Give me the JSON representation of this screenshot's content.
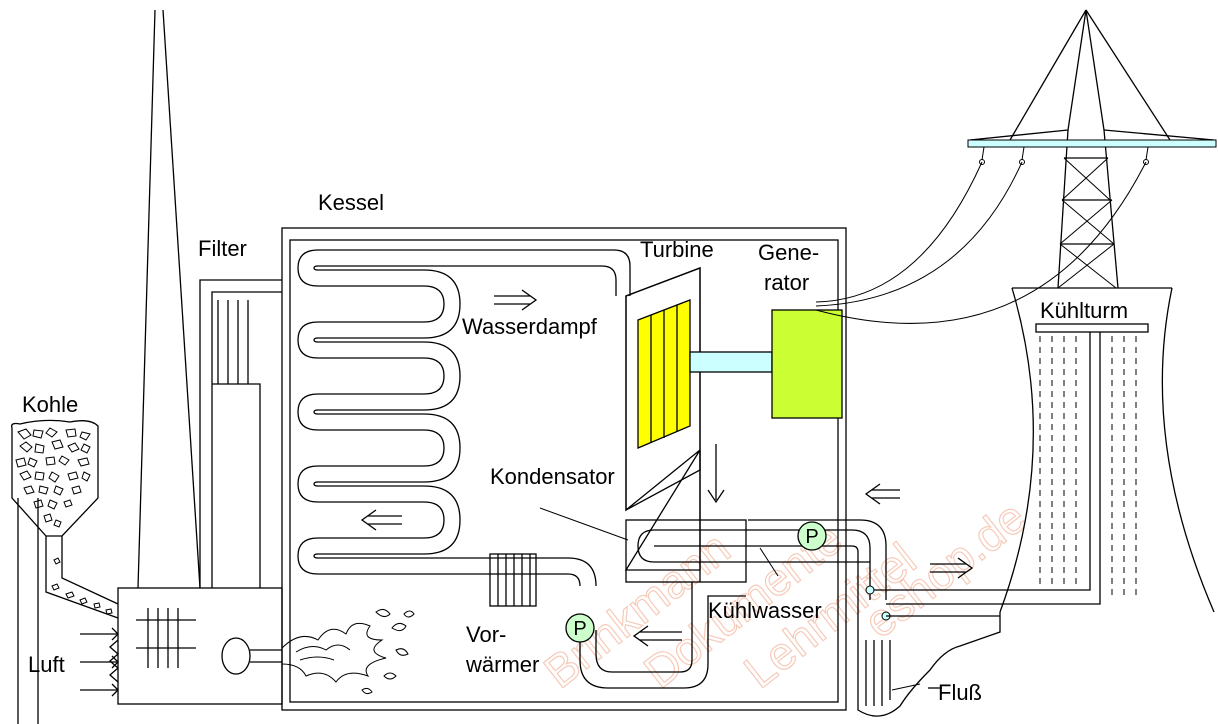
{
  "labels": {
    "kohle": "Kohle",
    "luft": "Luft",
    "filter": "Filter",
    "kessel": "Kessel",
    "turbine": "Turbine",
    "generator_line1": "Gene-",
    "generator_line2": "rator",
    "wasserdampf": "Wasserdampf",
    "kondensator": "Kondensator",
    "kuehlwasser": "Kühlwasser",
    "vorwaermer_line1": "Vor-",
    "vorwaermer_line2": "wärmer",
    "kuehlturm": "Kühlturm",
    "fluss": "Fluß",
    "pump": "P"
  },
  "watermark": {
    "lines": [
      "Brinkmann",
      "Dokumente",
      "Lehrmittel",
      "eshop.de"
    ]
  },
  "colors": {
    "turbine": "#ffff00",
    "generator": "#ccff33",
    "shaft": "#ccffff",
    "pump": "#ccffcc",
    "crossarm": "#ccffff",
    "watermark": "#f0a080"
  }
}
